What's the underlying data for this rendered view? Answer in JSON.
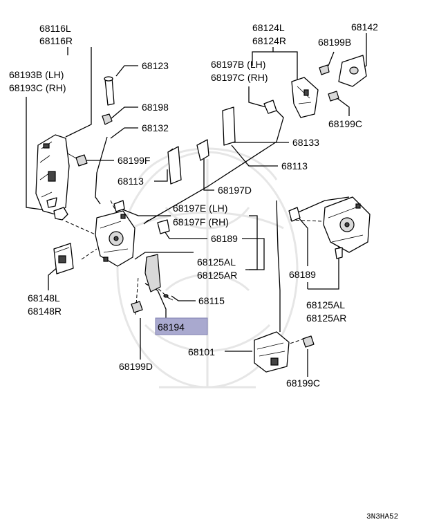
{
  "diagram": {
    "labels": {
      "p68116L": "68116L",
      "p68116R": "68116R",
      "p68193B": "68193B (LH)",
      "p68193C": "68193C (RH)",
      "p68123": "68123",
      "p68198": "68198",
      "p68132": "68132",
      "p68199F": "68199F",
      "p68113a": "68113",
      "p68124L": "68124L",
      "p68124R": "68124R",
      "p68142": "68142",
      "p68199B": "68199B",
      "p68197B": "68197B (LH)",
      "p68197C": "68197C (RH)",
      "p68199C_top": "68199C",
      "p68133": "68133",
      "p68113b": "68113",
      "p68197D": "68197D",
      "p68197E": "68197E (LH)",
      "p68197F": "68197F (RH)",
      "p68189a": "68189",
      "p68125AL_a": "68125AL",
      "p68125AR_a": "68125AR",
      "p68148L": "68148L",
      "p68148R": "68148R",
      "p68115": "68115",
      "p68194": "68194",
      "p68199D": "68199D",
      "p68101": "68101",
      "p68189b": "68189",
      "p68125AL_b": "68125AL",
      "p68125AR_b": "68125AR",
      "p68199C_bot": "68199C"
    },
    "diagram_code": "3N3HA52",
    "highlight_color": "#a9a9cf"
  }
}
